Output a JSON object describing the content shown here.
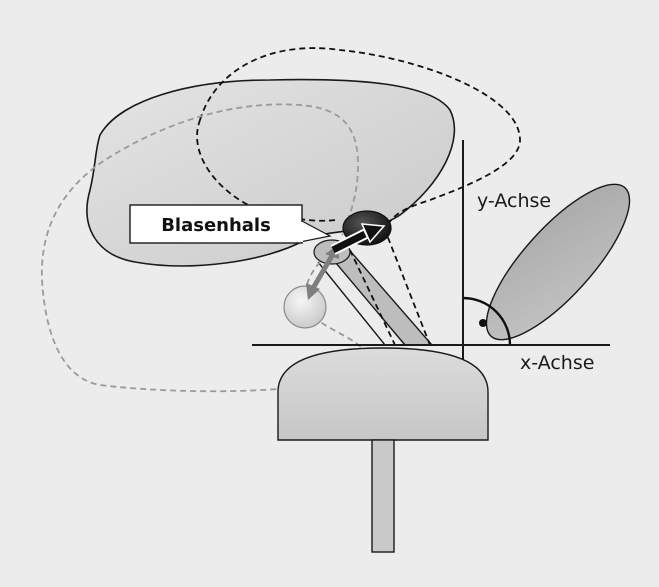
{
  "labels": {
    "bladder_neck": "Blasenhals",
    "y_axis": "y-Achse",
    "x_axis": "x-Achse"
  },
  "colors": {
    "background": "#ececec",
    "organ_fill": "#d6d6d6",
    "outline": "#1a1a1a",
    "dashed_dark": "#111111",
    "dashed_light": "#9a9a9a",
    "dark_ellipse": "#222222",
    "light_circle": "#e8e8e8"
  }
}
